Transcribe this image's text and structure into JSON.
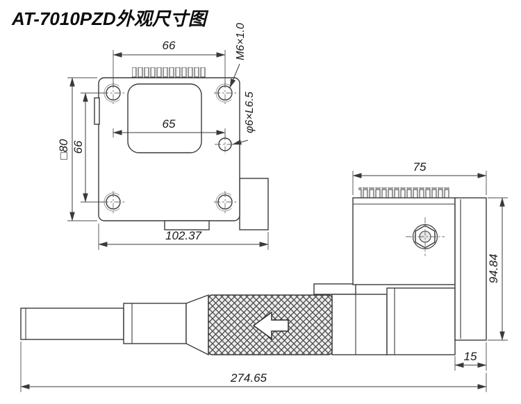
{
  "title": "AT-7010PZD外观尺寸图",
  "front_view": {
    "dim_top": "66",
    "dim_inner": "65",
    "dim_square": "□80",
    "dim_side": "66",
    "dim_bottom": "102.37",
    "thread_label": "M6×1.0",
    "hole_label": "φ6×L6.5"
  },
  "side_view": {
    "dim_width": "75",
    "dim_height": "94.84",
    "dim_thickness": "15"
  },
  "overall": {
    "dim_length": "274.65"
  },
  "colors": {
    "line": "#3a3a3a",
    "dimension": "#4a4a4a",
    "background": "#ffffff"
  }
}
